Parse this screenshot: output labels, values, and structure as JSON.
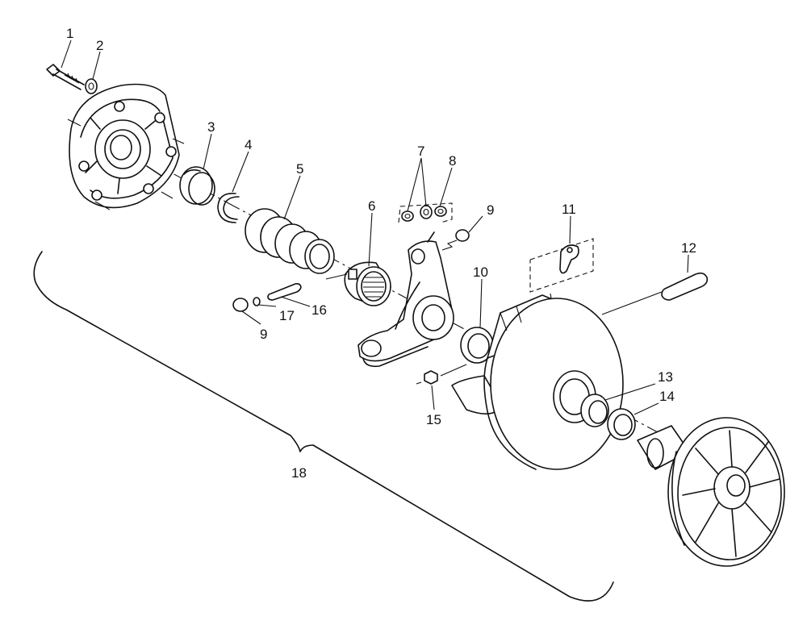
{
  "callouts": [
    {
      "key": "c1",
      "label": "1"
    },
    {
      "key": "c2",
      "label": "2"
    },
    {
      "key": "c3",
      "label": "3"
    },
    {
      "key": "c4",
      "label": "4"
    },
    {
      "key": "c5",
      "label": "5"
    },
    {
      "key": "c6",
      "label": "6"
    },
    {
      "key": "c7",
      "label": "7"
    },
    {
      "key": "c8",
      "label": "8"
    },
    {
      "key": "c9a",
      "label": "9"
    },
    {
      "key": "c9b",
      "label": "9"
    },
    {
      "key": "c10",
      "label": "10"
    },
    {
      "key": "c11",
      "label": "11"
    },
    {
      "key": "c12",
      "label": "12"
    },
    {
      "key": "c13",
      "label": "13"
    },
    {
      "key": "c14",
      "label": "14"
    },
    {
      "key": "c15",
      "label": "15"
    },
    {
      "key": "c16",
      "label": "16"
    },
    {
      "key": "c17",
      "label": "17"
    },
    {
      "key": "c18",
      "label": "18"
    }
  ]
}
